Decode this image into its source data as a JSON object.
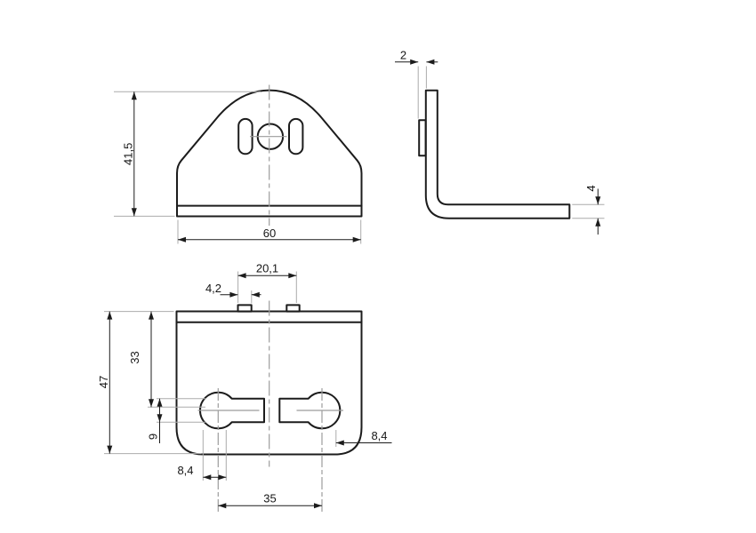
{
  "drawing": {
    "background": "#ffffff",
    "outline_color": "#1c1c1c",
    "auxiliary_line_color": "#ababab",
    "dimensions": {
      "front_height": "41,5",
      "front_width": "60",
      "tab_protrusion": "2",
      "base_thickness": "4",
      "bottom_depth": "47",
      "slot_center_from_edge": "33",
      "slot_width": "9",
      "left_slot_diameter": "8,4",
      "right_slot_diameter": "8,4",
      "slot_center_spacing": "35",
      "tab_outer_span": "20,1",
      "tab_width": "4,2"
    }
  }
}
